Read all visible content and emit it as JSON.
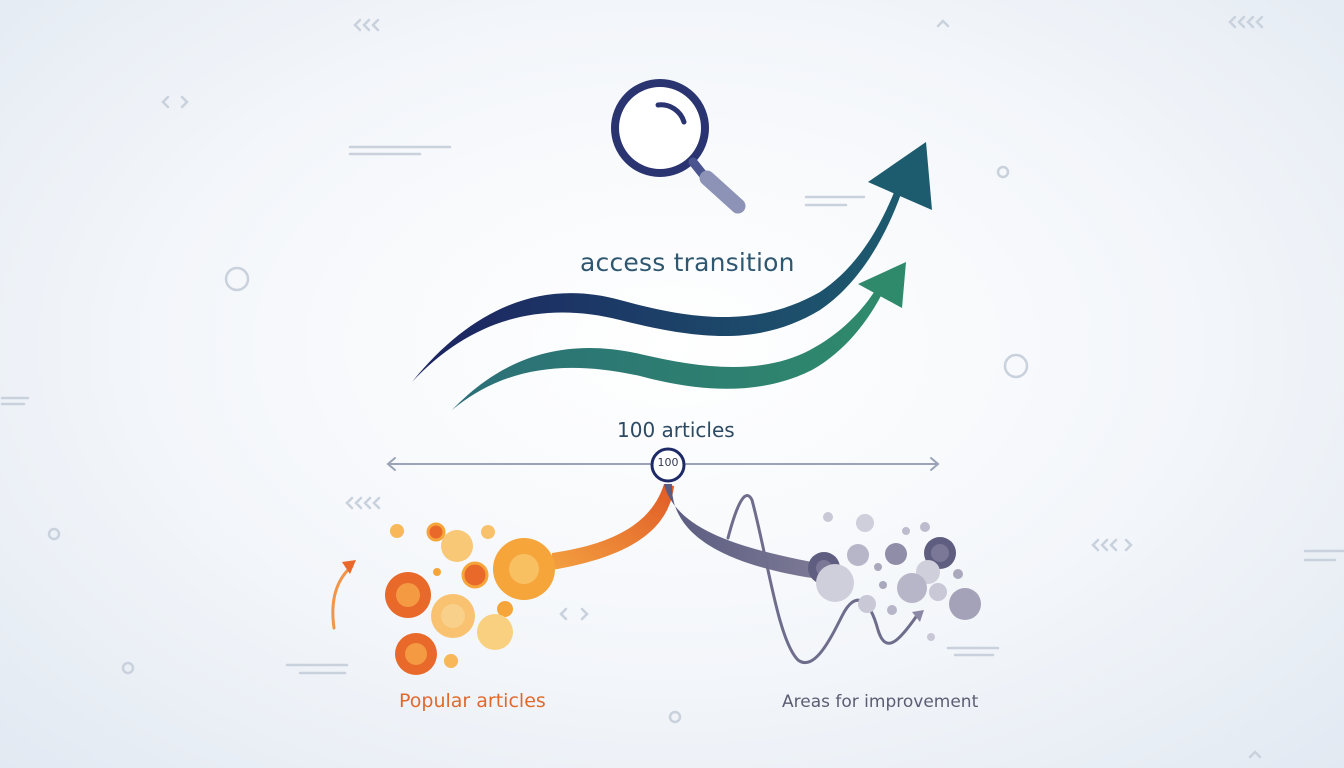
{
  "diagram": {
    "title": "access transition",
    "count_label": "100 articles",
    "hub_value": "100",
    "left_group_label": "Popular articles",
    "right_group_label": "Areas for improvement"
  },
  "colors": {
    "navy": "#1f2b66",
    "teal": "#2f7f73",
    "orange": "#e8692a",
    "amber": "#f6a53b",
    "grey_purple": "#6c6a8a",
    "text_teal": "#2f5870"
  },
  "icons": {
    "search": "magnifier-icon",
    "arrows": "growth-arrow-icon"
  }
}
